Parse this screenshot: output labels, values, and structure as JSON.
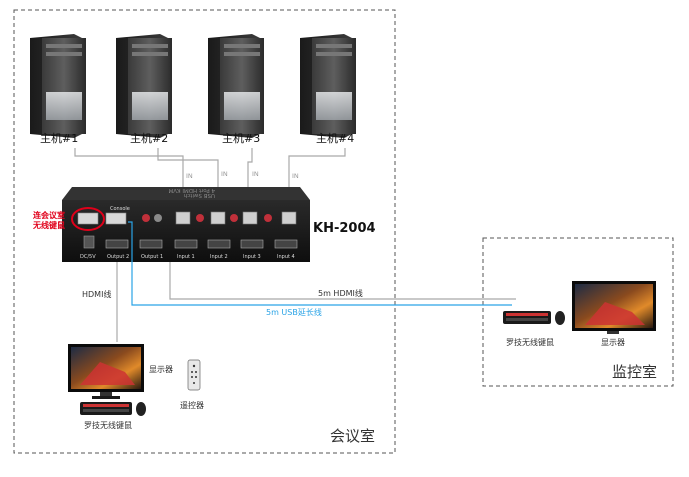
{
  "rooms": {
    "meeting_room": "会议室",
    "monitor_room": "监控室"
  },
  "hosts": [
    "主机#1",
    "主机#2",
    "主机#3",
    "主机#4"
  ],
  "in_label": "IN",
  "device": {
    "model": "KH-2004",
    "top_text_line1": "4 Port HDMI KVM",
    "top_text_line2": "USB Switch",
    "ports": {
      "console": "Console",
      "dc": "DC/5V",
      "output2": "Output 2",
      "output1": "Output 1",
      "input1": "Input 1",
      "input2": "Input 2",
      "input3": "Input 3",
      "input4": "Input 4"
    }
  },
  "annotation": {
    "line1": "连会议室",
    "line2": "无线键鼠"
  },
  "cables": {
    "hdmi_local": "HDMI线",
    "hdmi_5m": "5m HDMI线",
    "usb_5m": "5m USB延长线"
  },
  "meeting_room_items": {
    "monitor": "显示器",
    "remote": "遥控器",
    "keyboard_mouse": "罗技无线键鼠"
  },
  "monitor_room_items": {
    "keyboard_mouse": "罗技无线键鼠",
    "monitor": "显示器"
  },
  "colors": {
    "usb_cable": "#2aa3e6",
    "annotation": "#e0001a",
    "cable_gray": "#a9a9a9",
    "device_body": "#1a1a1a"
  }
}
